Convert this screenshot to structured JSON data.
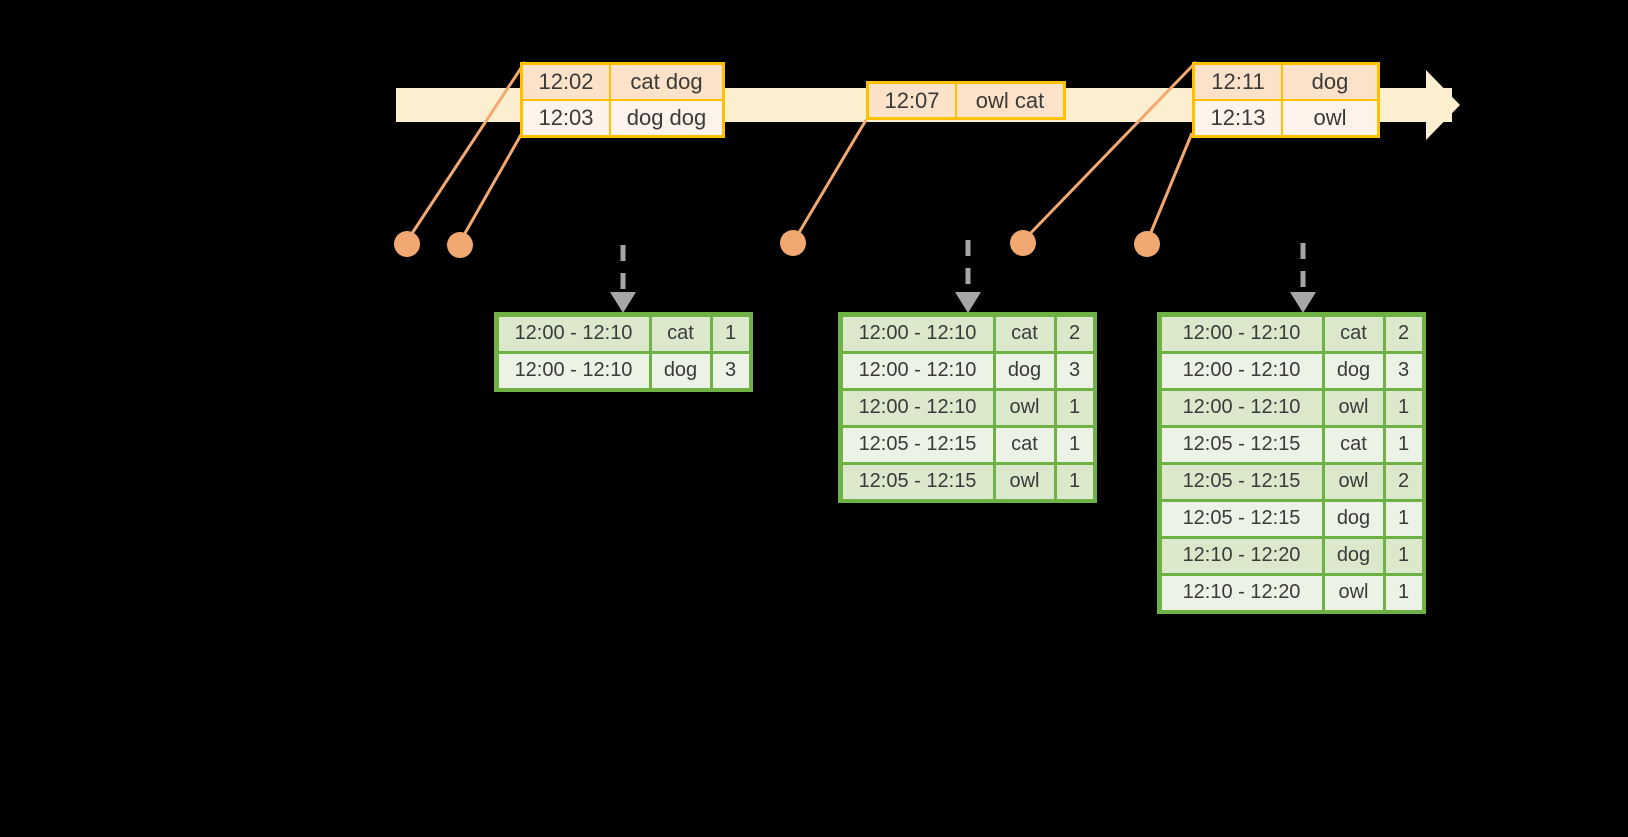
{
  "timeline": {
    "name": "event-stream-timeline",
    "arrow_direction": "right",
    "colors": {
      "band": "#FCEFCF",
      "border": "#FFC000",
      "dot": "#F2A971",
      "table_green": "#6EB144"
    },
    "events": [
      {
        "id": "event-group-1",
        "rows": [
          {
            "time": "12:02",
            "value": "cat dog"
          },
          {
            "time": "12:03",
            "value": "dog dog"
          }
        ]
      },
      {
        "id": "event-group-2",
        "rows": [
          {
            "time": "12:07",
            "value": "owl cat"
          }
        ]
      },
      {
        "id": "event-group-3",
        "rows": [
          {
            "time": "12:11",
            "value": "dog"
          },
          {
            "time": "12:13",
            "value": "owl"
          }
        ]
      }
    ]
  },
  "results": [
    {
      "id": "result-table-1",
      "rows": [
        {
          "window": "12:00 - 12:10",
          "key": "cat",
          "count": "1"
        },
        {
          "window": "12:00 - 12:10",
          "key": "dog",
          "count": "3"
        }
      ]
    },
    {
      "id": "result-table-2",
      "rows": [
        {
          "window": "12:00 - 12:10",
          "key": "cat",
          "count": "2"
        },
        {
          "window": "12:00 - 12:10",
          "key": "dog",
          "count": "3"
        },
        {
          "window": "12:00 - 12:10",
          "key": "owl",
          "count": "1"
        },
        {
          "window": "12:05 - 12:15",
          "key": "cat",
          "count": "1"
        },
        {
          "window": "12:05 - 12:15",
          "key": "owl",
          "count": "1"
        }
      ]
    },
    {
      "id": "result-table-3",
      "rows": [
        {
          "window": "12:00 - 12:10",
          "key": "cat",
          "count": "2"
        },
        {
          "window": "12:00 - 12:10",
          "key": "dog",
          "count": "3"
        },
        {
          "window": "12:00 - 12:10",
          "key": "owl",
          "count": "1"
        },
        {
          "window": "12:05 - 12:15",
          "key": "cat",
          "count": "1"
        },
        {
          "window": "12:05 - 12:15",
          "key": "owl",
          "count": "2"
        },
        {
          "window": "12:05 - 12:15",
          "key": "dog",
          "count": "1"
        },
        {
          "window": "12:10 - 12:20",
          "key": "dog",
          "count": "1"
        },
        {
          "window": "12:10 - 12:20",
          "key": "owl",
          "count": "1"
        }
      ]
    }
  ]
}
